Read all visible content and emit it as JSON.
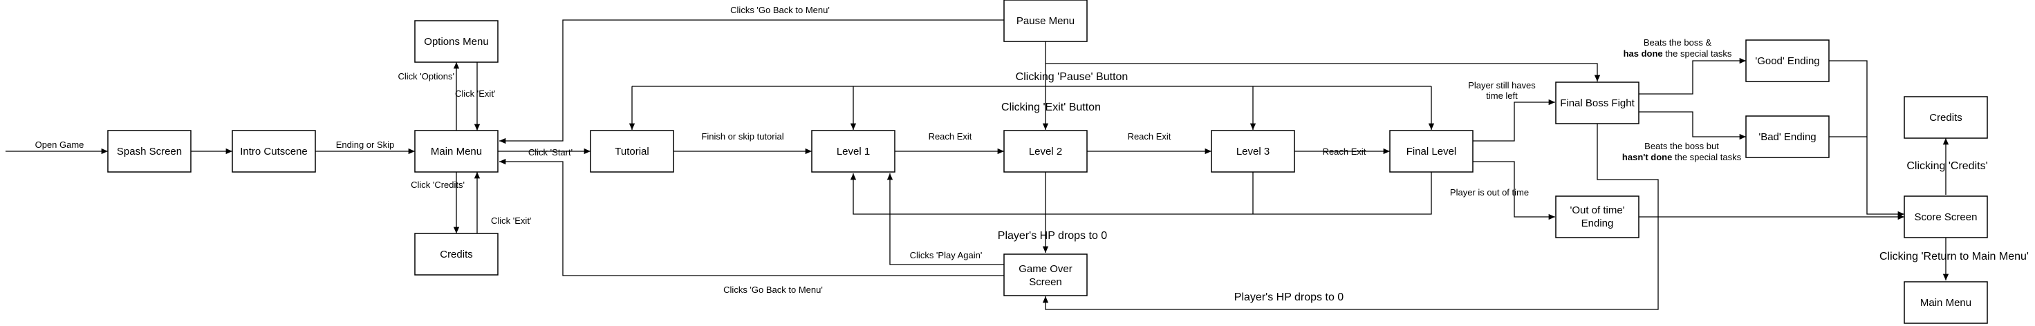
{
  "nodes": {
    "options_menu": "Options Menu",
    "spash_screen": "Spash Screen",
    "intro_cutscene": "Intro Cutscene",
    "main_menu": "Main Menu",
    "credits_left": "Credits",
    "tutorial": "Tutorial",
    "level1": "Level 1",
    "level2": "Level 2",
    "level3": "Level 3",
    "final_level": "Final Level",
    "pause_menu": "Pause Menu",
    "game_over_l1": "Game Over",
    "game_over_l2": "Screen",
    "final_boss_fight": "Final Boss Fight",
    "good_ending": "'Good' Ending",
    "bad_ending": "'Bad' Ending",
    "out_of_time_l1": "'Out of time'",
    "out_of_time_l2": "Ending",
    "score_screen": "Score Screen",
    "credits_right": "Credits",
    "main_menu_right": "Main Menu"
  },
  "labels": {
    "open_game": "Open Game",
    "ending_or_skip": "Ending or Skip",
    "click_options": "Click 'Options'",
    "click_exit_top": "Click 'Exit'",
    "click_credits": "Click 'Credits'",
    "click_exit_bottom": "Click 'Exit'",
    "click_start": "Click 'Start'",
    "finish_or_skip": "Finish or skip tutorial",
    "reach_exit_1": "Reach Exit",
    "reach_exit_2": "Reach Exit",
    "reach_exit_3": "Reach Exit",
    "clicks_go_back_top": "Clicks 'Go Back to Menu'",
    "clicking_pause": "Clicking 'Pause' Button",
    "clicking_exit": "Clicking 'Exit' Button",
    "hp_drops_center": "Player's HP drops to 0",
    "clicks_play_again": "Clicks 'Play Again'",
    "clicks_go_back_bottom": "Clicks 'Go Back to Menu'",
    "hp_drops_bottom": "Player's HP drops to 0",
    "player_time_left_l1": "Player still haves",
    "player_time_left_l2": "time left",
    "player_out_of_time": "Player is out of time",
    "beats_special_l1": "Beats the boss &",
    "beats_special_bold": "has done",
    "beats_special_rest": " the special tasks",
    "beats_not_l1": "Beats the boss but",
    "beats_not_bold": "hasn't done",
    "beats_not_rest": " the special tasks",
    "clicking_credits": "Clicking 'Credits'",
    "clicking_return": "Clicking 'Return to Main Menu'"
  }
}
